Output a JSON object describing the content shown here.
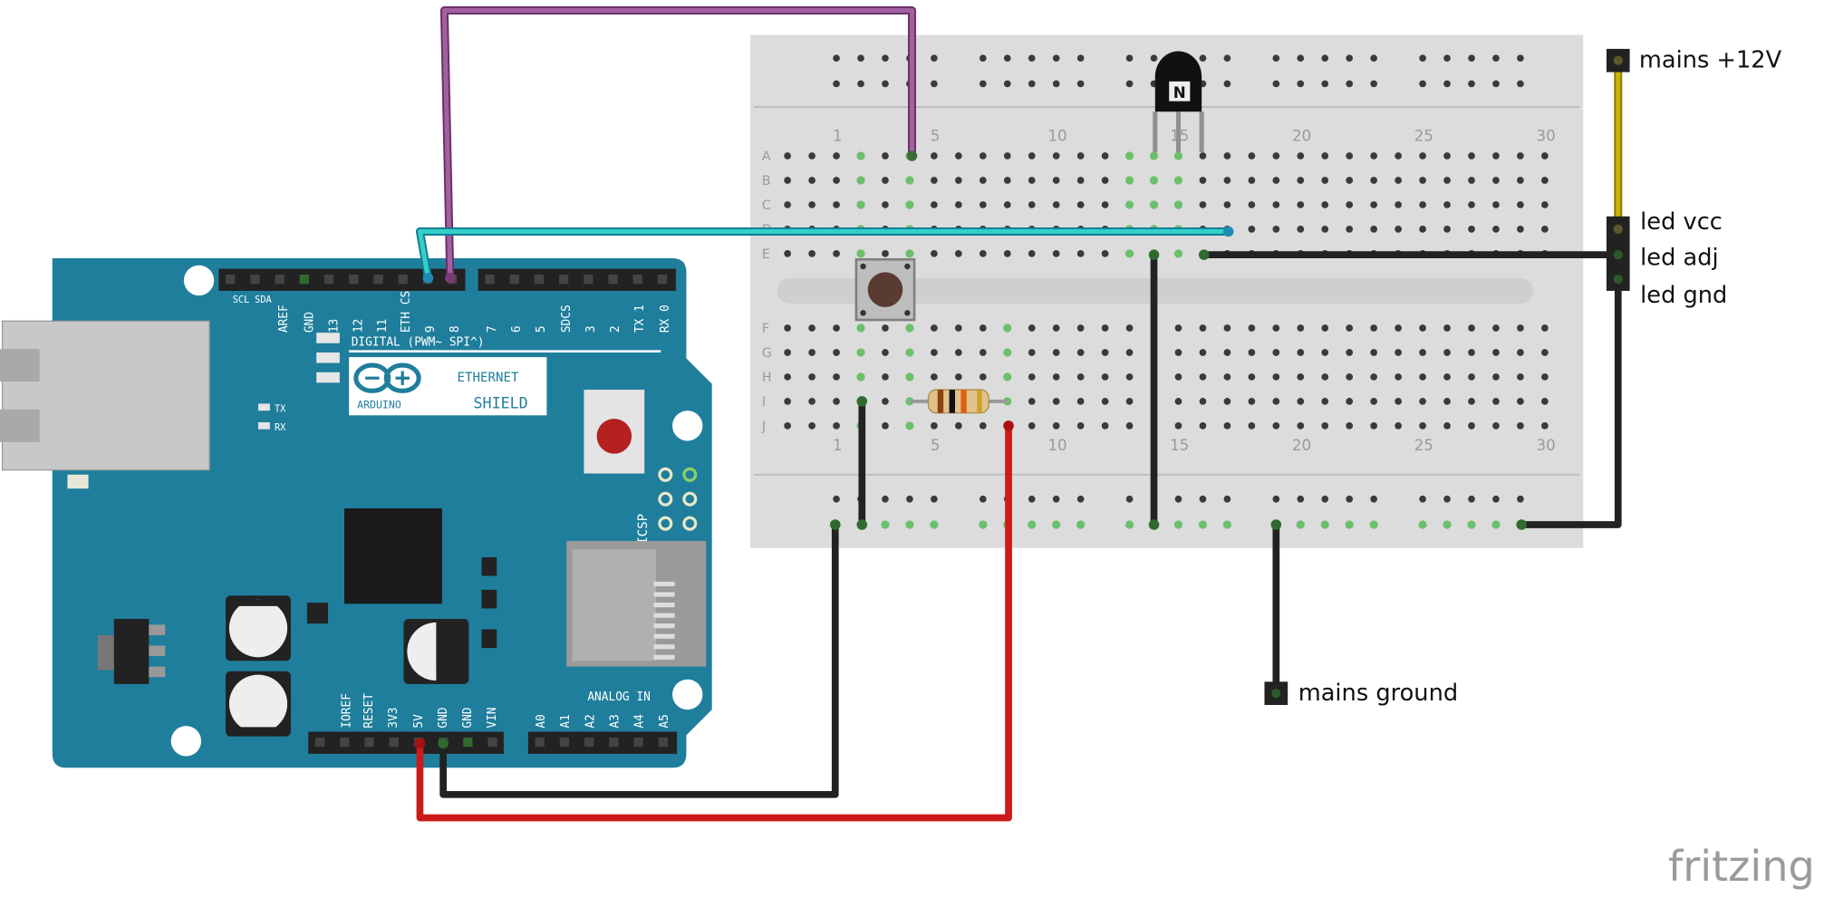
{
  "arduino": {
    "digital_pins": [
      "SCL",
      "SDA",
      "AREF",
      "GND",
      "13",
      "12",
      "11",
      "ETH CS",
      "9",
      "8",
      "7",
      "6",
      "5",
      "SDCS",
      "3",
      "2",
      "TX 1",
      "RX 0"
    ],
    "digital_header": "DIGITAL (PWM~ SPI^)",
    "brand": "ARDUINO",
    "shield_line1": "ETHERNET",
    "shield_line2": "SHIELD",
    "tx": "TX",
    "rx": "RX",
    "icsp": "ICSP",
    "power_pins": [
      "IOREF",
      "RESET",
      "3V3",
      "5V",
      "GND",
      "GND",
      "VIN"
    ],
    "analog_header": "ANALOG IN",
    "analog_pins": [
      "A0",
      "A1",
      "A2",
      "A3",
      "A4",
      "A5"
    ]
  },
  "breadboard": {
    "row_letters_top": [
      "A",
      "B",
      "C",
      "D",
      "E"
    ],
    "row_letters_bottom": [
      "F",
      "G",
      "H",
      "I",
      "J"
    ],
    "column_numbers": [
      "1",
      "5",
      "10",
      "15",
      "20",
      "25",
      "30"
    ]
  },
  "transistor": {
    "marking": "N"
  },
  "labels": {
    "mains_12v": "mains +12V",
    "led_vcc": "led vcc",
    "led_adj": "led adj",
    "led_gnd": "led gnd",
    "mains_ground": "mains ground"
  },
  "watermark": "fritzing",
  "colors": {
    "arduino_board": "#1f7e9c",
    "breadboard": "#dddddd",
    "wire_purple": "#9b4f96",
    "wire_cyan": "#1fb3d6",
    "wire_black": "#222222",
    "wire_red": "#cc1b1b",
    "wire_yellow": "#c9b400",
    "connected_hole": "#6cc06c"
  }
}
